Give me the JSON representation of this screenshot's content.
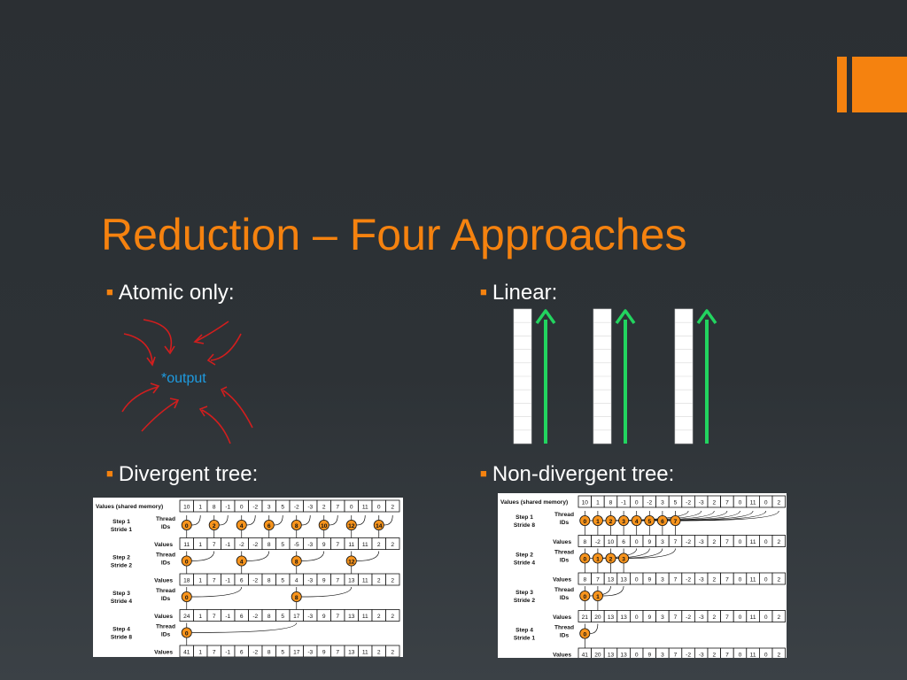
{
  "slide": {
    "title": "Reduction – Four Approaches",
    "bullets": {
      "atomic": "Atomic only:",
      "linear": "Linear:",
      "divergent": "Divergent tree:",
      "nondivergent": "Non-divergent tree:"
    },
    "atomic_label": "*output",
    "colors": {
      "accent": "#f5820f",
      "arrow_red": "#d21e1e",
      "arrow_green": "#22d45f",
      "output_blue": "#1e9be0"
    }
  },
  "divergent": {
    "header_label": "Values (shared memory)",
    "initial_values": [
      "10",
      "1",
      "8",
      "-1",
      "0",
      "-2",
      "3",
      "5",
      "-2",
      "-3",
      "2",
      "7",
      "0",
      "11",
      "0",
      "2"
    ],
    "steps": [
      {
        "step": "Step 1",
        "stride": "Stride 1",
        "threads_label": "Thread IDs",
        "thread_ids": [
          "0",
          "2",
          "4",
          "6",
          "8",
          "10",
          "12",
          "14"
        ],
        "values_label": "Values",
        "values": [
          "11",
          "1",
          "7",
          "-1",
          "-2",
          "-2",
          "8",
          "5",
          "-5",
          "-3",
          "9",
          "7",
          "11",
          "11",
          "2",
          "2"
        ]
      },
      {
        "step": "Step 2",
        "stride": "Stride 2",
        "threads_label": "Thread IDs",
        "thread_ids": [
          "0",
          "4",
          "8",
          "12"
        ],
        "values_label": "Values",
        "values": [
          "18",
          "1",
          "7",
          "-1",
          "6",
          "-2",
          "8",
          "5",
          "4",
          "-3",
          "9",
          "7",
          "13",
          "11",
          "2",
          "2"
        ]
      },
      {
        "step": "Step 3",
        "stride": "Stride 4",
        "threads_label": "Thread IDs",
        "thread_ids": [
          "0",
          "8"
        ],
        "values_label": "Values",
        "values": [
          "24",
          "1",
          "7",
          "-1",
          "6",
          "-2",
          "8",
          "5",
          "17",
          "-3",
          "9",
          "7",
          "13",
          "11",
          "2",
          "2"
        ]
      },
      {
        "step": "Step 4",
        "stride": "Stride 8",
        "threads_label": "Thread IDs",
        "thread_ids": [
          "0"
        ],
        "values_label": "Values",
        "values": [
          "41",
          "1",
          "7",
          "-1",
          "6",
          "-2",
          "8",
          "5",
          "17",
          "-3",
          "9",
          "7",
          "13",
          "11",
          "2",
          "2"
        ]
      }
    ]
  },
  "nondivergent": {
    "header_label": "Values (shared memory)",
    "initial_values": [
      "10",
      "1",
      "8",
      "-1",
      "0",
      "-2",
      "3",
      "5",
      "-2",
      "-3",
      "2",
      "7",
      "0",
      "11",
      "0",
      "2"
    ],
    "steps": [
      {
        "step": "Step 1",
        "stride": "Stride 8",
        "threads_label": "Thread IDs",
        "thread_ids": [
          "0",
          "1",
          "2",
          "3",
          "4",
          "5",
          "6",
          "7"
        ],
        "values_label": "Values",
        "values": [
          "8",
          "-2",
          "10",
          "6",
          "0",
          "9",
          "3",
          "7",
          "-2",
          "-3",
          "2",
          "7",
          "0",
          "11",
          "0",
          "2"
        ]
      },
      {
        "step": "Step 2",
        "stride": "Stride 4",
        "threads_label": "Thread IDs",
        "thread_ids": [
          "0",
          "1",
          "2",
          "3"
        ],
        "values_label": "Values",
        "values": [
          "8",
          "7",
          "13",
          "13",
          "0",
          "9",
          "3",
          "7",
          "-2",
          "-3",
          "2",
          "7",
          "0",
          "11",
          "0",
          "2"
        ]
      },
      {
        "step": "Step 3",
        "stride": "Stride 2",
        "threads_label": "Thread IDs",
        "thread_ids": [
          "0",
          "1"
        ],
        "values_label": "Values",
        "values": [
          "21",
          "20",
          "13",
          "13",
          "0",
          "9",
          "3",
          "7",
          "-2",
          "-3",
          "2",
          "7",
          "0",
          "11",
          "0",
          "2"
        ]
      },
      {
        "step": "Step 4",
        "stride": "Stride 1",
        "threads_label": "Thread IDs",
        "thread_ids": [
          "0"
        ],
        "values_label": "Values",
        "values": [
          "41",
          "20",
          "13",
          "13",
          "0",
          "9",
          "3",
          "7",
          "-2",
          "-3",
          "2",
          "7",
          "0",
          "11",
          "0",
          "2"
        ]
      }
    ]
  }
}
